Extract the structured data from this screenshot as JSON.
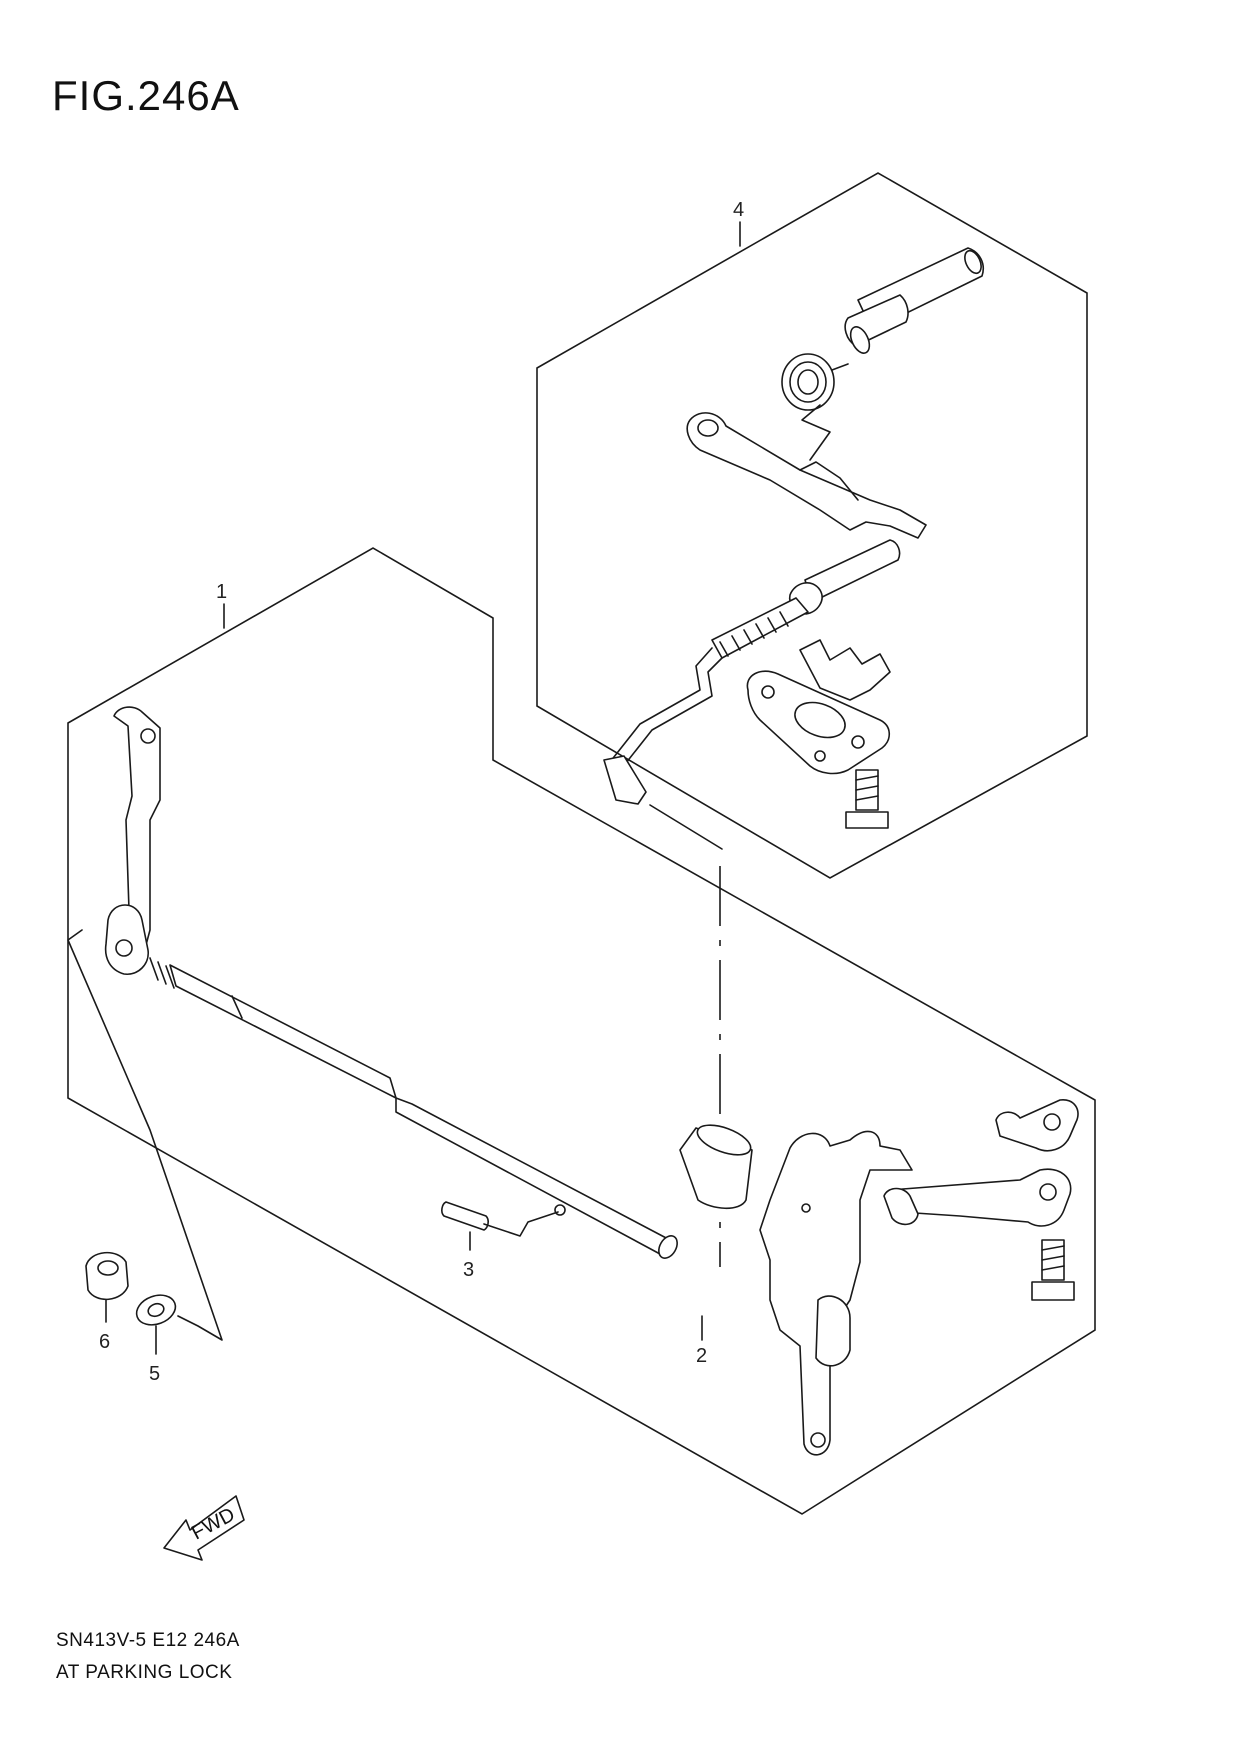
{
  "figure": {
    "title": "FIG.246A"
  },
  "callouts": {
    "p1": "1",
    "p2": "2",
    "p3": "3",
    "p4": "4",
    "p5": "5",
    "p6": "6"
  },
  "fwd_label": "FWD",
  "footer": {
    "code": "SN413V-5 E12 246A",
    "name": "AT PARKING LOCK"
  }
}
